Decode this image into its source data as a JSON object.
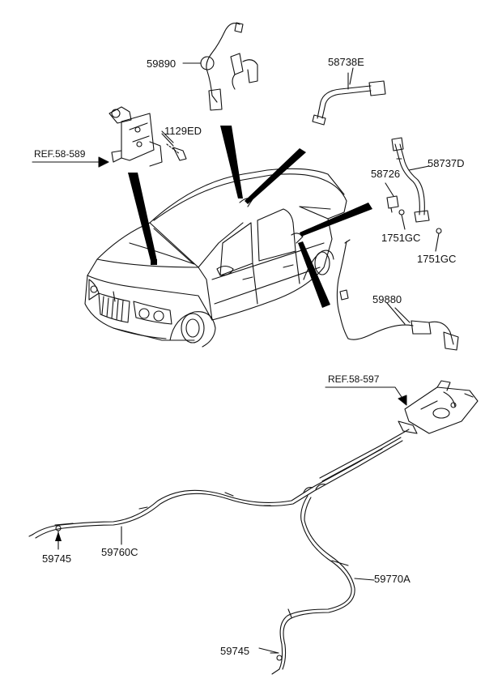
{
  "parts": {
    "p59890": "59890",
    "p58738E": "58738E",
    "p1129ED": "1129ED",
    "ref58589": "REF.58-589",
    "p58737D": "58737D",
    "p58726": "58726",
    "p1751GC_a": "1751GC",
    "p1751GC_b": "1751GC",
    "p59880": "59880",
    "ref58597": "REF.58-597",
    "p59745_a": "59745",
    "p59760C": "59760C",
    "p59770A": "59770A",
    "p59745_b": "59745"
  },
  "colors": {
    "line": "#111111",
    "fill_dark": "#000000",
    "bg": "#ffffff"
  }
}
